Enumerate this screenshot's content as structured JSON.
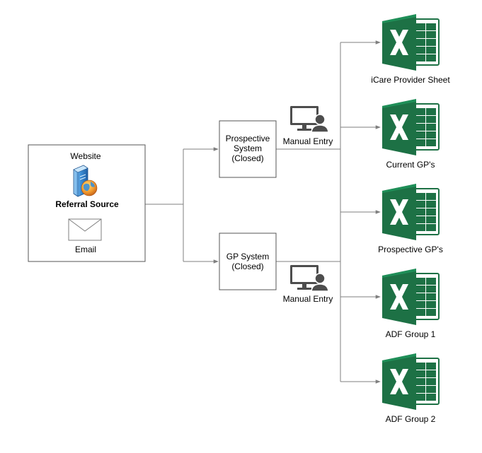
{
  "source": {
    "website_label": "Website",
    "referral_label": "Referral Source",
    "email_label": "Email",
    "server_icon": "server-globe-icon",
    "email_icon": "envelope-icon"
  },
  "systems": [
    {
      "lines": [
        "Prospective",
        "System",
        "(Closed)"
      ]
    },
    {
      "lines": [
        "GP System",
        "(Closed)"
      ]
    }
  ],
  "manual_entry": [
    {
      "label": "Manual Entry",
      "icon": "computer-user-icon"
    },
    {
      "label": "Manual Entry",
      "icon": "computer-user-icon"
    }
  ],
  "sheets": [
    {
      "label": "iCare Provider Sheet",
      "icon": "excel-icon"
    },
    {
      "label": "Current GP's",
      "icon": "excel-icon"
    },
    {
      "label": "Prospective GP's",
      "icon": "excel-icon"
    },
    {
      "label": "ADF Group 1",
      "icon": "excel-icon"
    },
    {
      "label": "ADF Group 2",
      "icon": "excel-icon"
    }
  ],
  "colors": {
    "excel_green": "#1d7145",
    "excel_dark": "#185c37",
    "connector": "#7f7f7f",
    "box_border": "#545454",
    "monitor": "#4d4d4d"
  }
}
